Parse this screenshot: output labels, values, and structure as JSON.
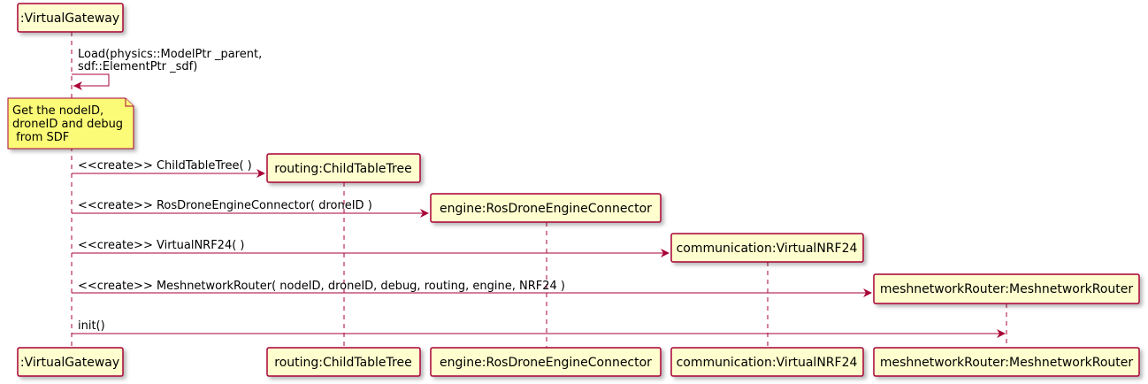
{
  "participants": [
    {
      "id": "gateway",
      "label": ":VirtualGateway"
    },
    {
      "id": "routing",
      "label": "routing:ChildTableTree"
    },
    {
      "id": "engine",
      "label": "engine:RosDroneEngineConnector"
    },
    {
      "id": "communication",
      "label": "communication:VirtualNRF24"
    },
    {
      "id": "router",
      "label": "meshnetworkRouter:MeshnetworkRouter"
    }
  ],
  "messages": [
    {
      "from": "gateway",
      "to": "gateway",
      "lines": [
        "Load(physics::ModelPtr _parent,",
        "sdf::ElementPtr _sdf)"
      ]
    },
    {
      "from": "gateway",
      "to": "routing",
      "lines": [
        "<<create>> ChildTableTree( )"
      ]
    },
    {
      "from": "gateway",
      "to": "engine",
      "lines": [
        "<<create>> RosDroneEngineConnector( droneID )"
      ]
    },
    {
      "from": "gateway",
      "to": "communication",
      "lines": [
        "<<create>> VirtualNRF24( )"
      ]
    },
    {
      "from": "gateway",
      "to": "router",
      "lines": [
        "<<create>> MeshnetworkRouter( nodeID, droneID, debug, routing, engine, NRF24 )"
      ]
    },
    {
      "from": "gateway",
      "to": "router",
      "lines": [
        "init()"
      ]
    }
  ],
  "note": {
    "lines": [
      "Get the nodeID,",
      "droneID and debug",
      " from SDF"
    ]
  }
}
